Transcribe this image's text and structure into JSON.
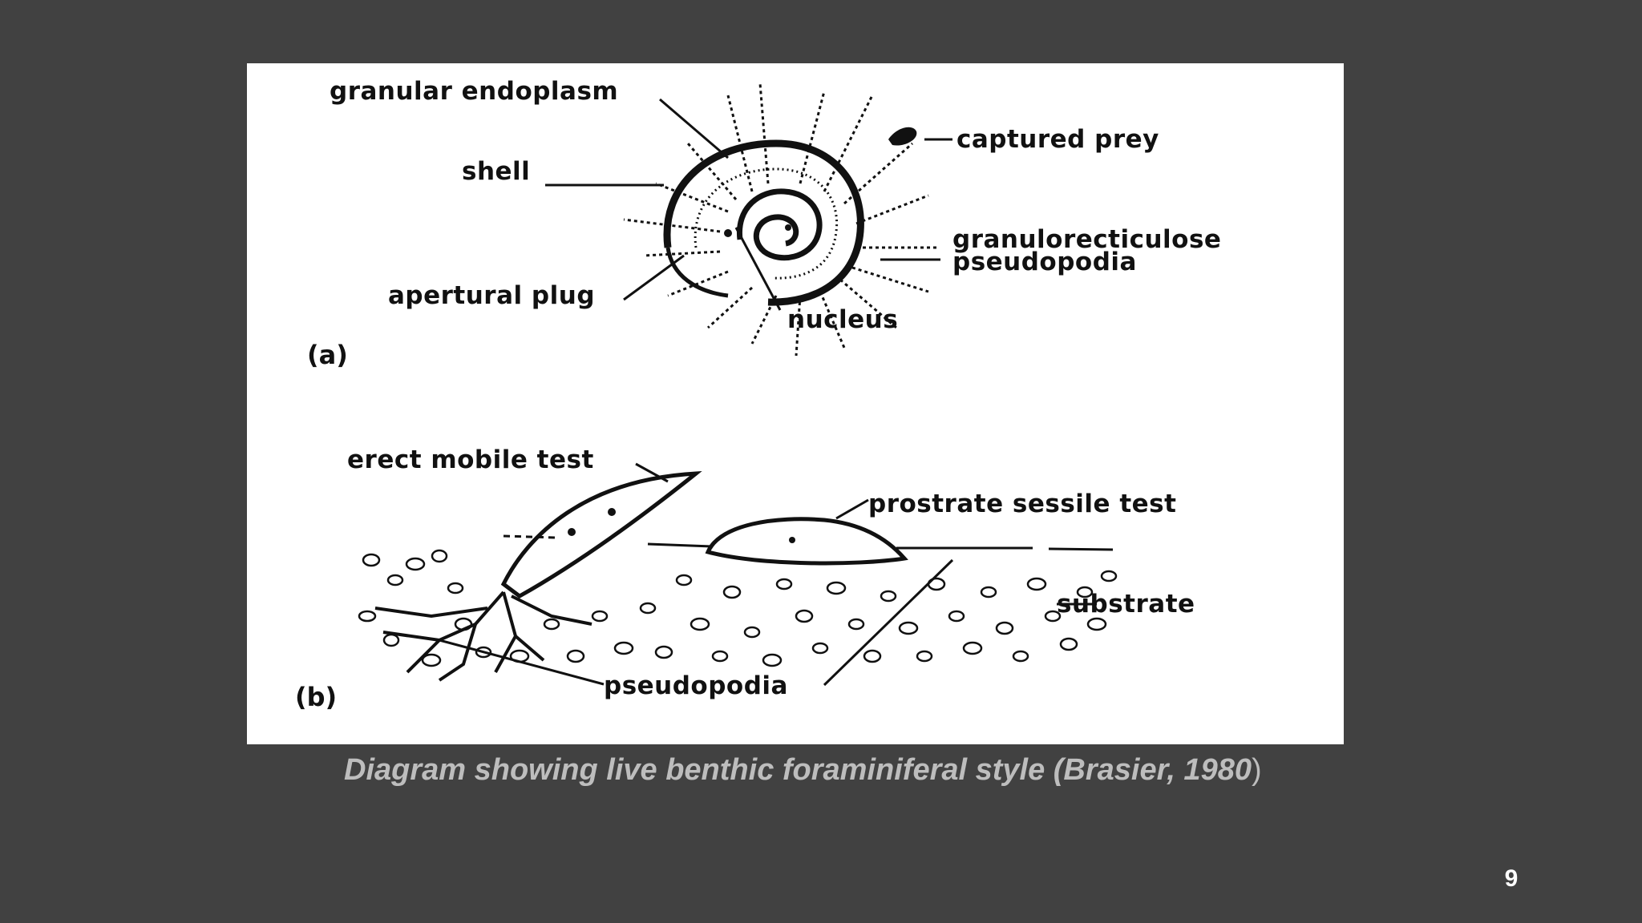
{
  "figure": {
    "panel_a": {
      "tag": "(a)",
      "labels": {
        "granular_endoplasm": "granular endoplasm",
        "shell": "shell",
        "apertural_plug": "apertural plug",
        "nucleus": "nucleus",
        "captured_prey": "captured prey",
        "pseudopodia_line1": "granulorecticulose",
        "pseudopodia_line2": "pseudopodia"
      }
    },
    "panel_b": {
      "tag": "(b)",
      "labels": {
        "erect_mobile_test": "erect mobile test",
        "prostrate_sessile_test": "prostrate sessile test",
        "substrate": "substrate",
        "pseudopodia": "pseudopodia"
      }
    }
  },
  "caption": {
    "text": "Diagram showing live benthic foraminiferal style (Brasier, 1980",
    "close": ")"
  },
  "page_number": "9",
  "colors": {
    "background": "#414141",
    "panel": "#ffffff",
    "ink": "#111111",
    "caption": "#bdbdbd",
    "page_number": "#ffffff"
  }
}
